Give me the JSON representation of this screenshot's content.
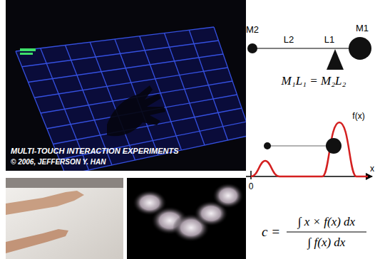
{
  "diagram": {
    "labels": [
      "MULTI-TOUCH INTERACTION EXPERIMENTS",
      "© 2006, JEFFERSON Y. HAN",
      "M2",
      "L2",
      "L1",
      "M1",
      "M₁L₁ = M₂L₂",
      "f(x)",
      "0",
      "x",
      "c =",
      "∫ x × f(x) dx",
      "∫ f(x) dx"
    ]
  }
}
